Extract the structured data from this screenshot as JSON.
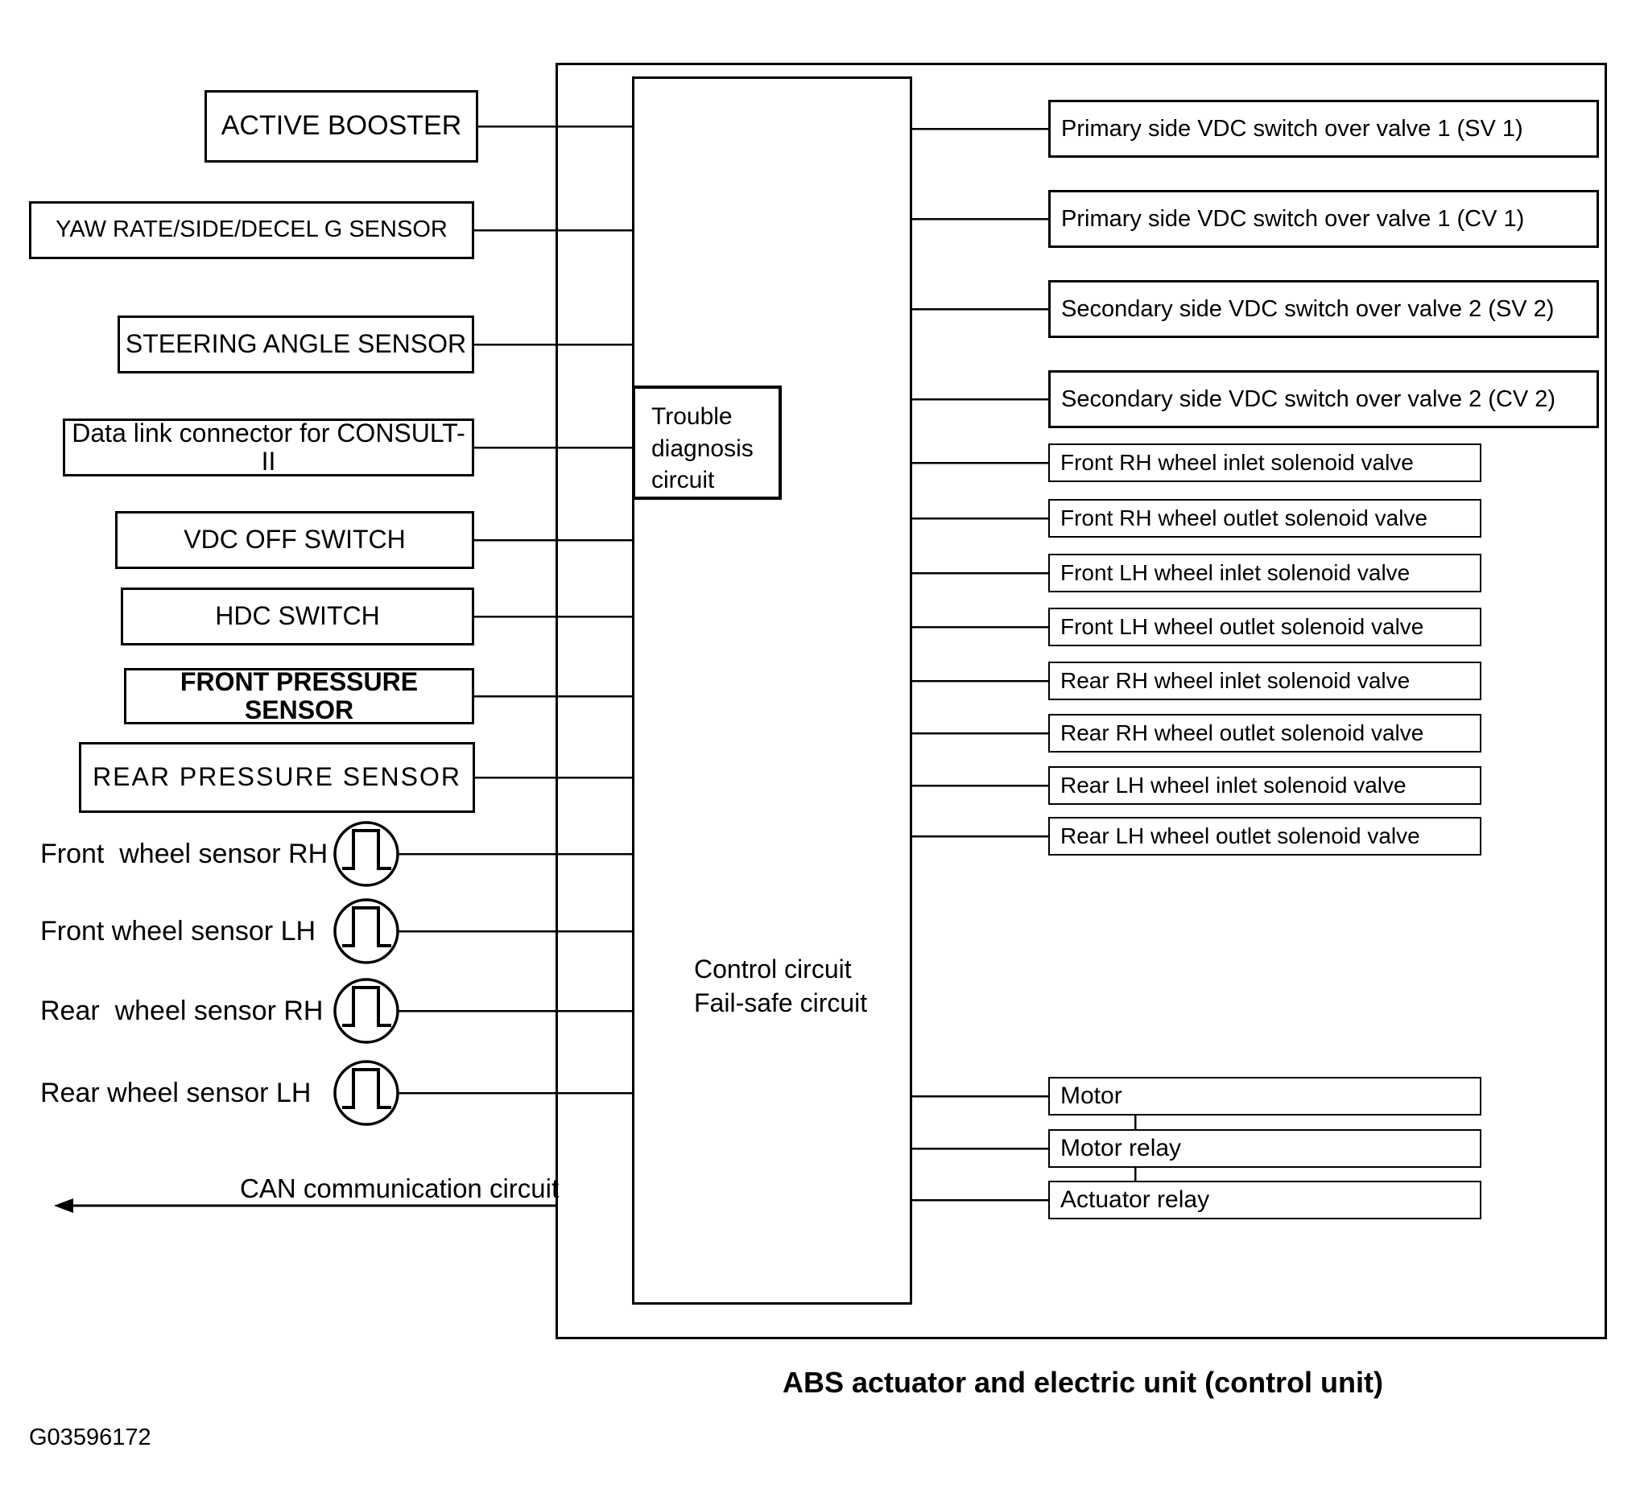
{
  "diagram": {
    "inputs": [
      {
        "label": "ACTIVE BOOSTER"
      },
      {
        "label": "YAW RATE/SIDE/DECEL G SENSOR"
      },
      {
        "label": "STEERING ANGLE SENSOR"
      },
      {
        "label": "Data link connector for CONSULT-II"
      },
      {
        "label": "VDC OFF SWITCH"
      },
      {
        "label": "HDC SWITCH"
      },
      {
        "label": "FRONT PRESSURE SENSOR"
      },
      {
        "label": "REAR PRESSURE SENSOR"
      }
    ],
    "wheel_sensors": [
      {
        "label": "Front  wheel sensor RH"
      },
      {
        "label": "Front wheel sensor LH"
      },
      {
        "label": "Rear  wheel sensor RH"
      },
      {
        "label": "Rear wheel sensor LH"
      }
    ],
    "can_label": "CAN communication circuit",
    "control_unit": {
      "trouble_text": "Trouble diagnosis circuit",
      "control_text": "Control circuit\nFail-safe circuit"
    },
    "outputs": [
      {
        "label": "Primary side VDC switch over valve 1 (SV 1)"
      },
      {
        "label": "Primary side VDC switch over valve 1 (CV 1)"
      },
      {
        "label": "Secondary side VDC switch over valve 2 (SV 2)"
      },
      {
        "label": "Secondary side VDC switch over valve 2 (CV 2)"
      },
      {
        "label": "Front RH wheel inlet solenoid valve"
      },
      {
        "label": "Front RH wheel outlet solenoid valve"
      },
      {
        "label": "Front LH wheel inlet solenoid valve"
      },
      {
        "label": "Front LH wheel outlet solenoid valve"
      },
      {
        "label": "Rear RH wheel inlet solenoid valve"
      },
      {
        "label": "Rear RH wheel outlet solenoid valve"
      },
      {
        "label": "Rear LH wheel inlet solenoid valve"
      },
      {
        "label": "Rear LH wheel outlet solenoid valve"
      },
      {
        "label": "Motor"
      },
      {
        "label": "Motor relay"
      },
      {
        "label": "Actuator relay"
      }
    ],
    "caption": "ABS actuator and electric unit (control unit)",
    "figure_id": "G03596172",
    "colors": {
      "ink": "#000000",
      "paper": "#ffffff"
    }
  }
}
